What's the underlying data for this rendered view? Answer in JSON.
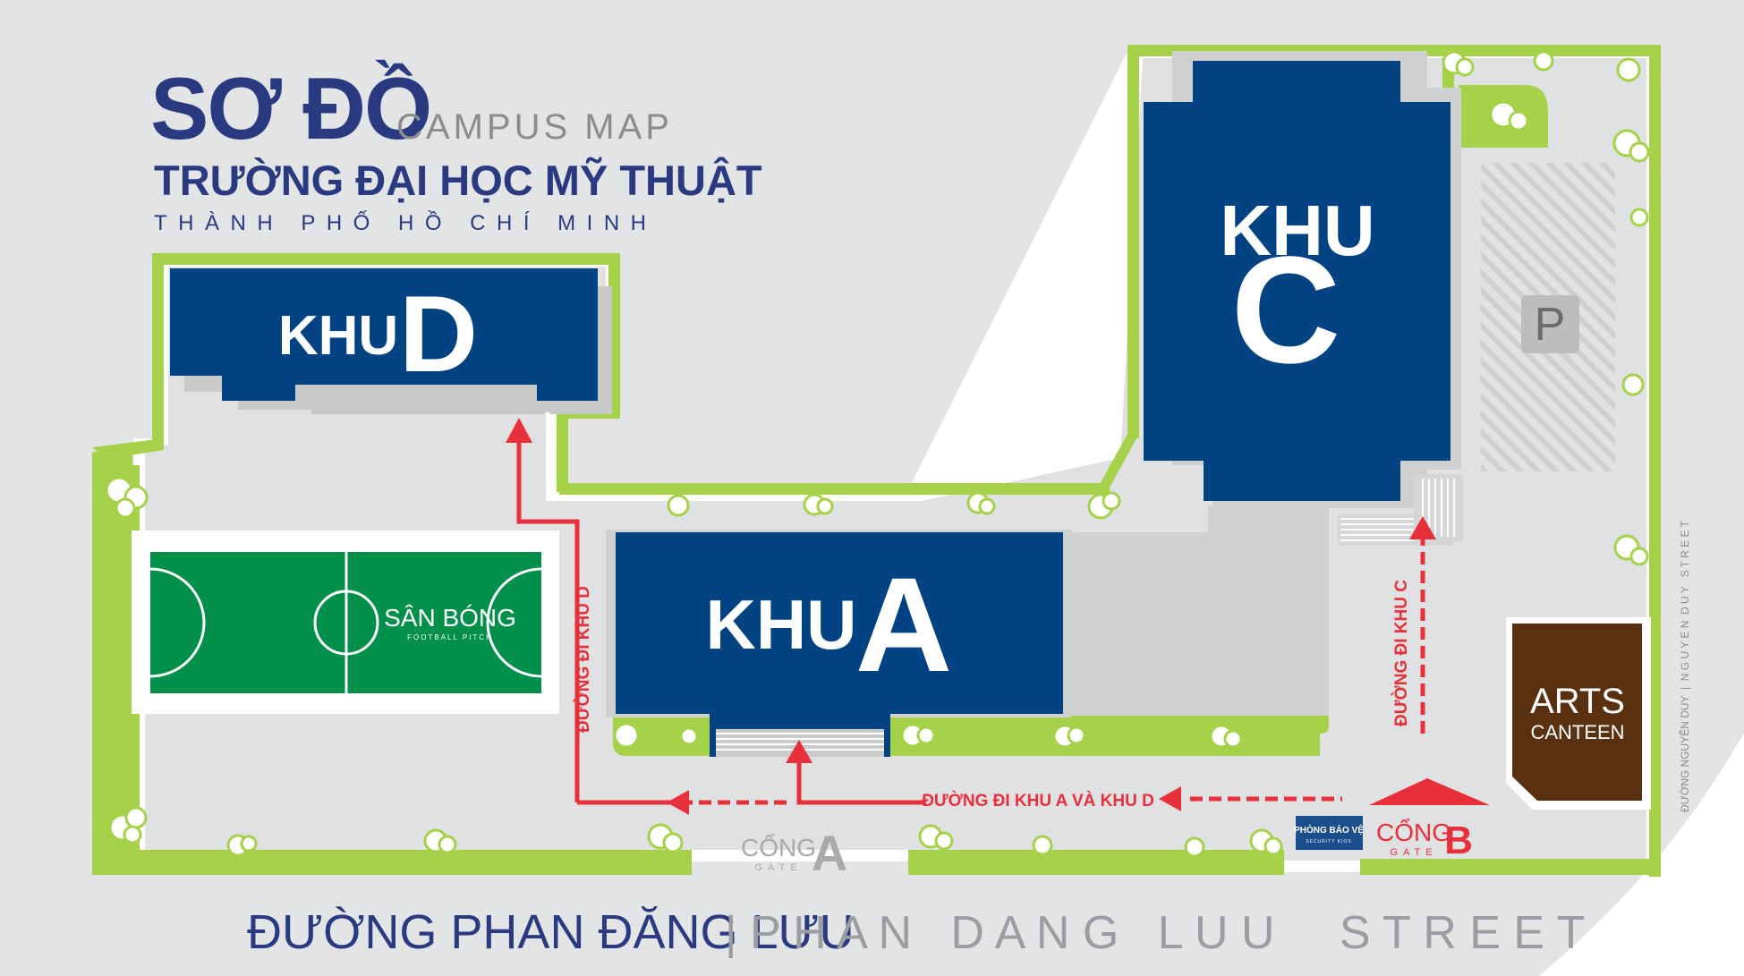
{
  "title": {
    "main": "SƠ ĐỒ",
    "sub": "CAMPUS MAP",
    "school": "TRƯỜNG ĐẠI HỌC MỸ THUẬT",
    "city": "THÀNH PHỐ HỒ CHÍ MINH"
  },
  "buildings": {
    "d": {
      "prefix": "KHU",
      "letter": "D"
    },
    "c": {
      "prefix": "KHU",
      "letter": "C"
    },
    "a": {
      "prefix": "KHU",
      "letter": "A"
    }
  },
  "pitch": {
    "label": "SÂN BÓNG",
    "sublabel": "FOOTBALL PITCH"
  },
  "parking": {
    "label": "P"
  },
  "canteen": {
    "line1": "ARTS",
    "line2": "CANTEEN"
  },
  "routes": {
    "to_d": "ĐƯỜNG ĐI KHU D",
    "to_c": "ĐƯỜNG ĐI KHU C",
    "to_a_d": "ĐƯỜNG ĐI KHU A VÀ KHU D"
  },
  "gates": {
    "a": {
      "word": "CỔNG",
      "sub": "GATE",
      "letter": "A"
    },
    "b": {
      "word": "CỔNG",
      "sub": "GATE",
      "letter": "B"
    }
  },
  "security": {
    "line1": "PHÒNG BẢO VỆ",
    "line2": "SECURITY KIOS"
  },
  "streets": {
    "bottom_vi": "ĐƯỜNG PHAN ĐĂNG LƯU",
    "bottom_en": "| P H A N   D A N G   L U U     S T R E E T",
    "side": "ĐƯỜNG NGUYỄN DUY  |  N G U Y E N  D U Y   S T R E E T"
  },
  "colors": {
    "navy": "#004282",
    "green": "#a6d24a",
    "pitch": "#00904a",
    "red": "#e8303b",
    "brown": "#5a3110",
    "title": "#2a3a80",
    "gray_text": "#8c8c8c"
  }
}
